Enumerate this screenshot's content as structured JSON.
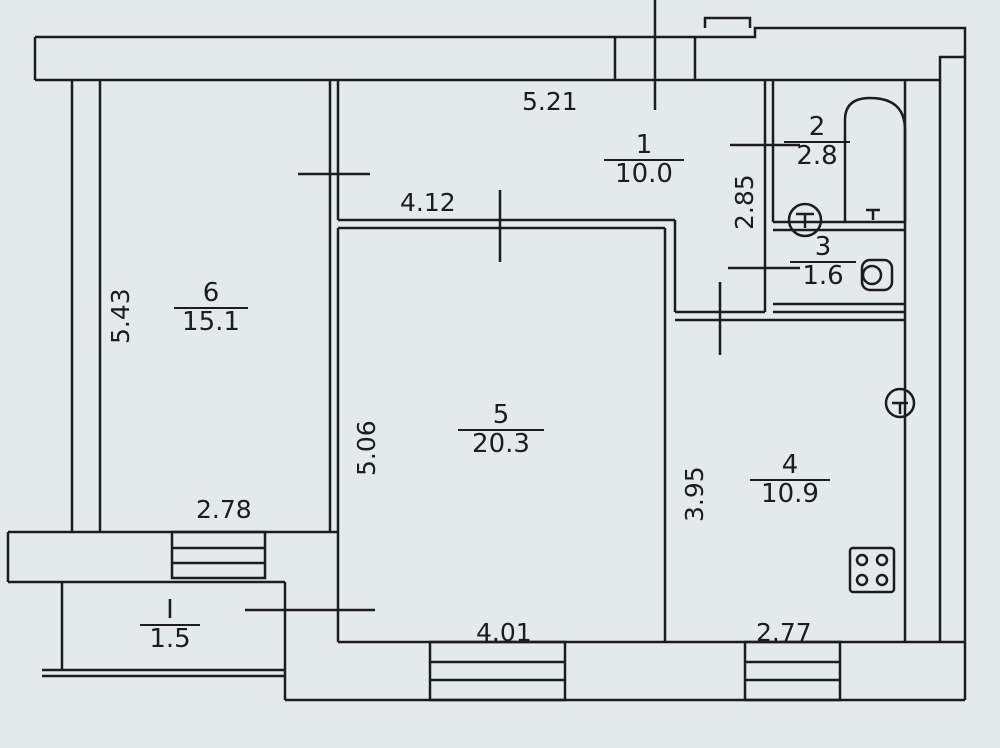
{
  "rooms": [
    {
      "number": "1",
      "area": "10.0"
    },
    {
      "number": "2",
      "area": "2.8"
    },
    {
      "number": "3",
      "area": "1.6"
    },
    {
      "number": "4",
      "area": "10.9"
    },
    {
      "number": "5",
      "area": "20.3"
    },
    {
      "number": "6",
      "area": "15.1"
    },
    {
      "number": "I",
      "area": "1.5"
    }
  ],
  "dimensions": {
    "top": "5.21",
    "hall_bottom": "4.12",
    "bath_height": "2.85",
    "room6_height": "5.43",
    "room6_width": "2.78",
    "room5_height": "5.06",
    "room5_width": "4.01",
    "kitchen_height": "3.95",
    "kitchen_width": "2.77"
  },
  "colors": {
    "background": "#e4e9ec",
    "line": "#1c1c1c"
  }
}
